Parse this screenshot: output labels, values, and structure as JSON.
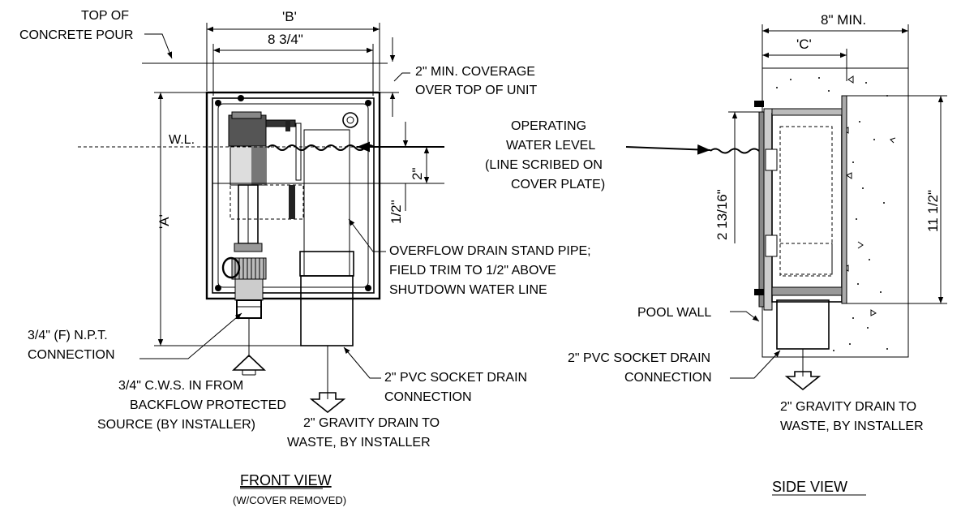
{
  "front": {
    "top_of_concrete_pour": [
      "TOP OF",
      "CONCRETE POUR"
    ],
    "dim_b": "'B'",
    "dim_8_3_4": "8 3/4\"",
    "min_coverage": [
      "2\" MIN. COVERAGE",
      "OVER TOP OF UNIT"
    ],
    "wl": "W.L.",
    "dim_a": "'A'",
    "dim_2": "2\"",
    "dim_1_2": "1/2\"",
    "operating_water_level": [
      "OPERATING",
      "WATER LEVEL",
      "(LINE SCRIBED ON",
      "COVER PLATE)"
    ],
    "overflow": [
      "OVERFLOW DRAIN STAND PIPE;",
      "FIELD TRIM TO 1/2\" ABOVE",
      "SHUTDOWN WATER LINE"
    ],
    "npt": [
      "3/4\" (F) N.P.T.",
      "CONNECTION"
    ],
    "cws": [
      "3/4\" C.W.S. IN FROM",
      "BACKFLOW PROTECTED",
      "SOURCE (BY INSTALLER)"
    ],
    "pvc_socket": [
      "2\" PVC SOCKET DRAIN",
      "CONNECTION"
    ],
    "gravity": [
      "2\" GRAVITY DRAIN TO",
      "WASTE, BY INSTALLER"
    ],
    "title": "FRONT VIEW",
    "subtitle": "(W/COVER REMOVED)"
  },
  "side": {
    "dim_8_min": "8\" MIN.",
    "dim_c": "'C'",
    "dim_2_13_16": "2 13/16\"",
    "dim_11_1_2": "11 1/2\"",
    "pool_wall": "POOL WALL",
    "pvc_socket": [
      "2\" PVC SOCKET DRAIN",
      "CONNECTION"
    ],
    "gravity": [
      "2\" GRAVITY DRAIN TO",
      "WASTE, BY INSTALLER"
    ],
    "title": "SIDE VIEW"
  }
}
